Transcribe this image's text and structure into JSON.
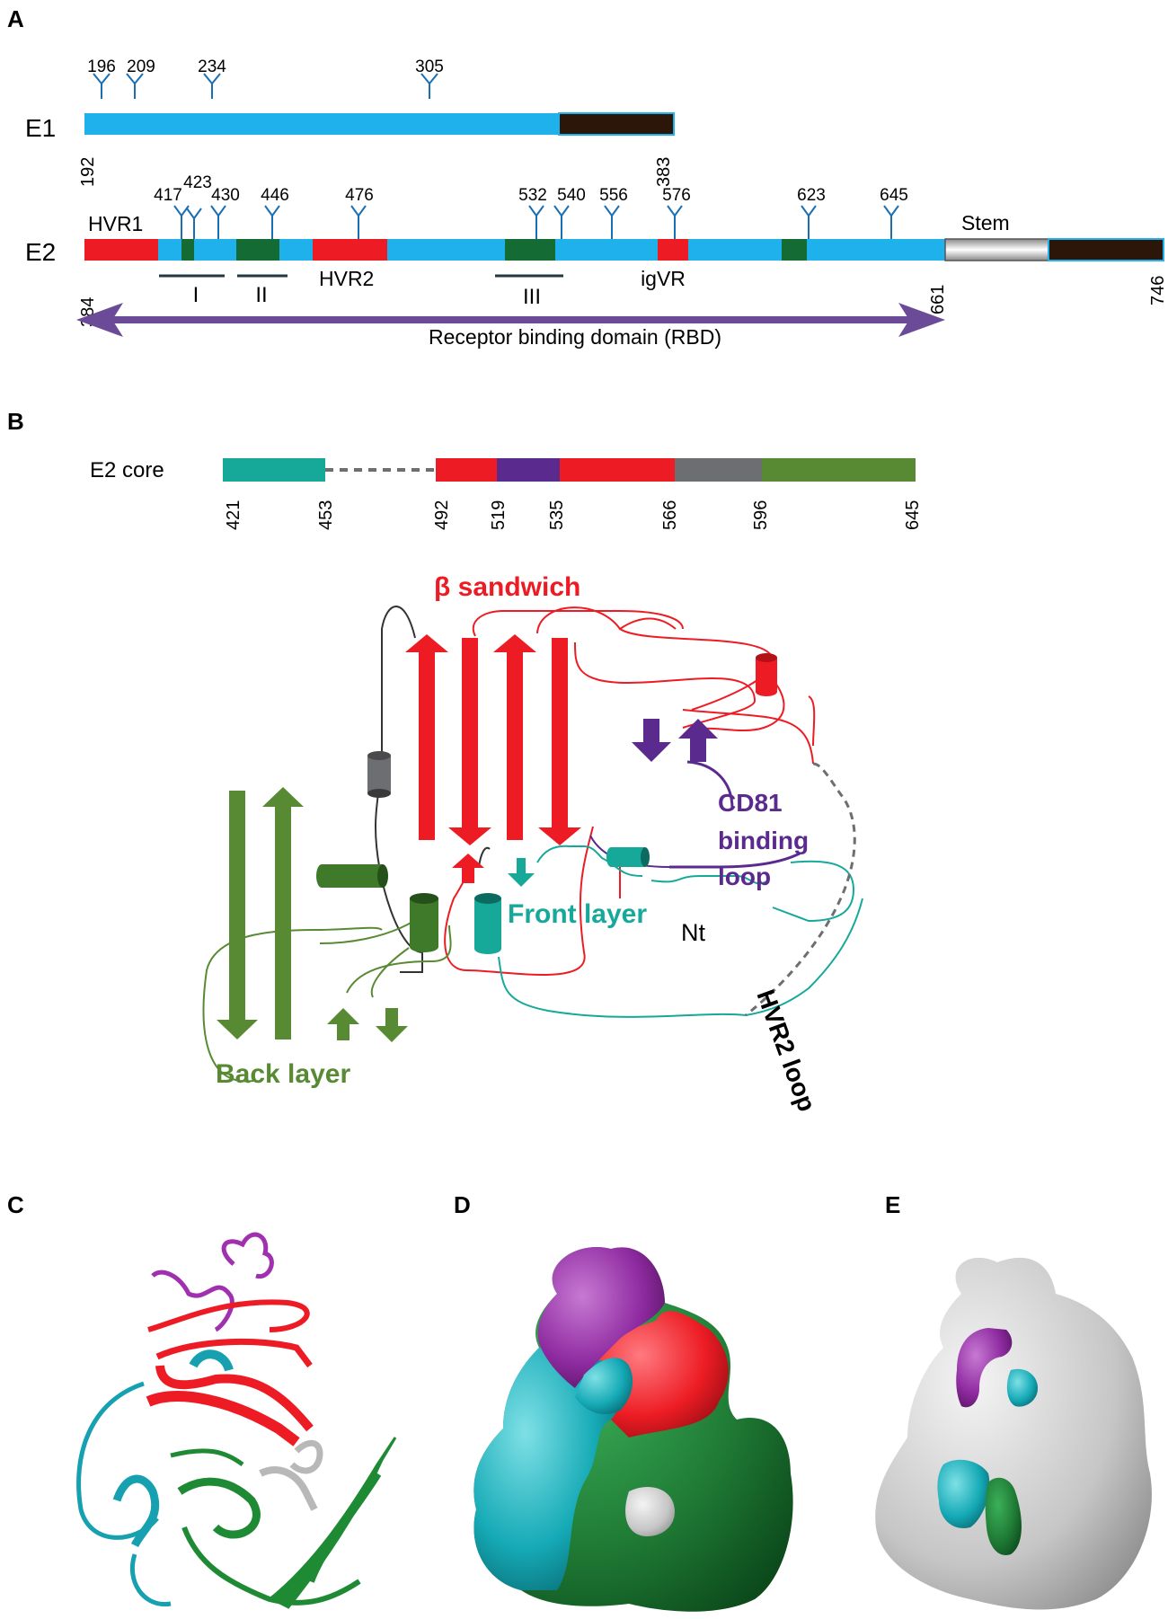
{
  "panels": {
    "a": "A",
    "b": "B",
    "c": "C",
    "d": "D",
    "e": "E"
  },
  "panel_a": {
    "e1": {
      "label": "E1",
      "start": "192",
      "end": "383",
      "glycosylation_sites": [
        "196",
        "209",
        "234",
        "305"
      ]
    },
    "e2": {
      "label": "E2",
      "start": "384",
      "end": "746",
      "rbd_end": "661",
      "glycosylation_sites": [
        "417",
        "423",
        "430",
        "446",
        "476",
        "532",
        "540",
        "556",
        "576",
        "623",
        "645"
      ],
      "region_labels": {
        "hvr1": "HVR1",
        "hvr2": "HVR2",
        "igvr": "igVR",
        "stem": "Stem"
      },
      "epitopes": [
        "I",
        "II",
        "III"
      ],
      "rbd_label": "Receptor binding domain (RBD)"
    }
  },
  "panel_b": {
    "core_label": "E2 core",
    "boundaries": [
      "421",
      "453",
      "492",
      "519",
      "535",
      "566",
      "596",
      "645"
    ],
    "labels": {
      "beta_sandwich": "β sandwich",
      "cd81_line1": "CD81",
      "cd81_line2": "binding",
      "cd81_line3": "loop",
      "front_layer": "Front layer",
      "nt": "Nt",
      "hvr2_loop": "HVR2 loop",
      "back_layer": "Back layer"
    }
  },
  "colors": {
    "e1_body": "#1fb1ec",
    "tm": "#2c1509",
    "hvr": "#ed1c24",
    "epitope_green": "#146b34",
    "core_teal": "#16a99a",
    "cd81_purple": "#5b2a8e",
    "gray": "#6d6e71",
    "back_green": "#588a34",
    "rbd_arrow": "#6b4a98",
    "glyco": "#1a6fb3"
  }
}
